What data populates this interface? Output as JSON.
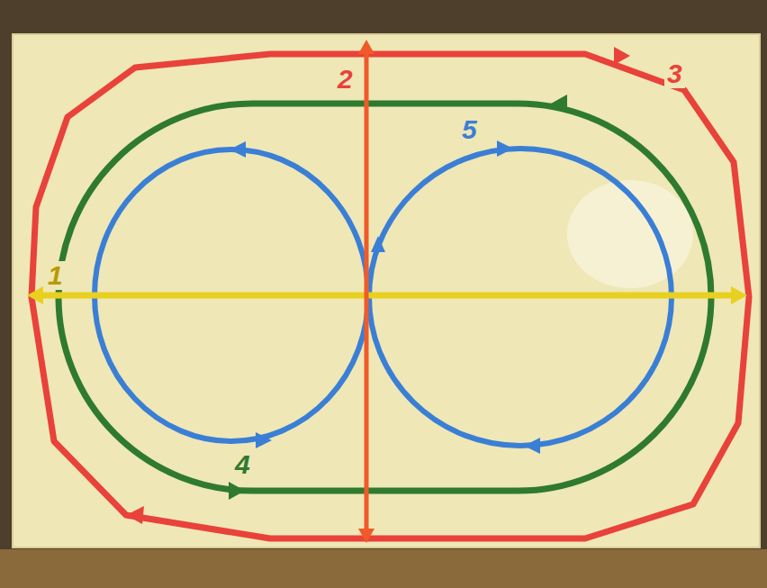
{
  "diagram": {
    "labels": [
      "2",
      "3",
      "5",
      "1",
      "4"
    ]
  }
}
